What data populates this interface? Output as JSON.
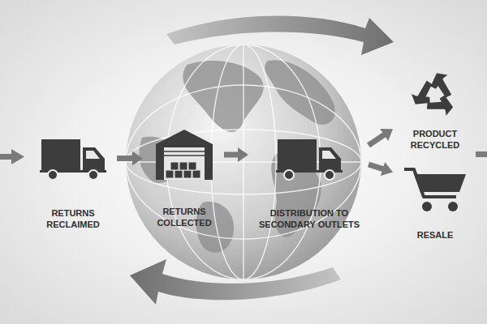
{
  "diagram": {
    "nodes": [
      {
        "text": [
          "RETURNS RECLAIMED"
        ]
      },
      {
        "text": [
          "RETURNS COLLECTED"
        ]
      },
      {
        "text": [
          "DISTRIBUTION TO SECONDARY OUTLETS"
        ]
      },
      {
        "text": [
          "PRODUCT RECYCLED"
        ]
      },
      {
        "text": [
          "RESALE"
        ]
      }
    ],
    "edges": [
      {
        "from": 0,
        "to": 1,
        "arrow": "to"
      },
      {
        "from": 1,
        "to": 2,
        "arrow": "to"
      },
      {
        "from": 2,
        "to": 3,
        "arrow": "to"
      },
      {
        "from": 2,
        "to": 4,
        "arrow": "to"
      }
    ]
  }
}
